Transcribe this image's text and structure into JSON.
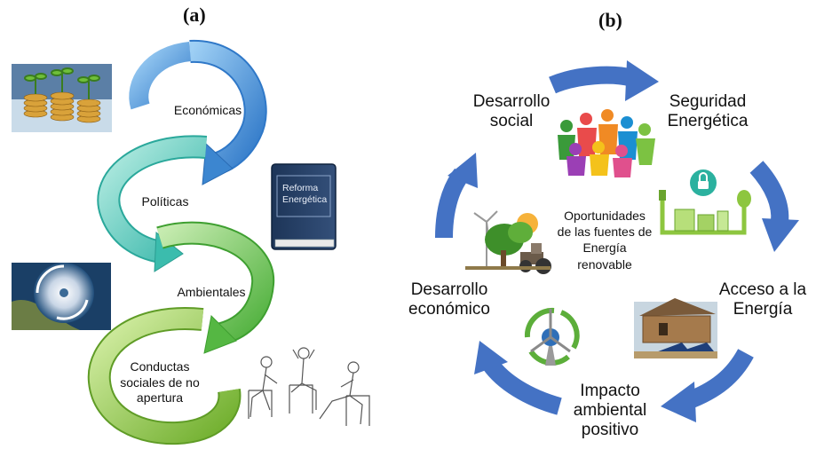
{
  "panel_a": {
    "letter": "(a)",
    "stages": [
      "Económicas",
      "Políticas",
      "Ambientales",
      "Conductas sociales de no apertura"
    ],
    "book": {
      "line1": "Reforma",
      "line2": "Energética"
    },
    "colors": {
      "blue": "#4a8fd6",
      "teal": "#49c4b8",
      "green": "#6cc24a",
      "lime": "#8cc63f"
    }
  },
  "panel_b": {
    "letter": "(b)",
    "nodes": {
      "social": {
        "line1": "Desarrollo",
        "line2": "social"
      },
      "security": {
        "line1": "Seguridad",
        "line2": "Energética"
      },
      "access": {
        "line1": "Acceso a la",
        "line2": "Energía"
      },
      "impact": {
        "line1": "Impacto",
        "line2": "ambiental",
        "line3": "positivo"
      },
      "economic": {
        "line1": "Desarrollo",
        "line2": "económico"
      }
    },
    "center": {
      "line1": "Oportunidades",
      "line2": "de las fuentes de",
      "line3": "Energía",
      "line4": "renovable"
    },
    "colors": {
      "arrow": "#4472c4"
    }
  }
}
